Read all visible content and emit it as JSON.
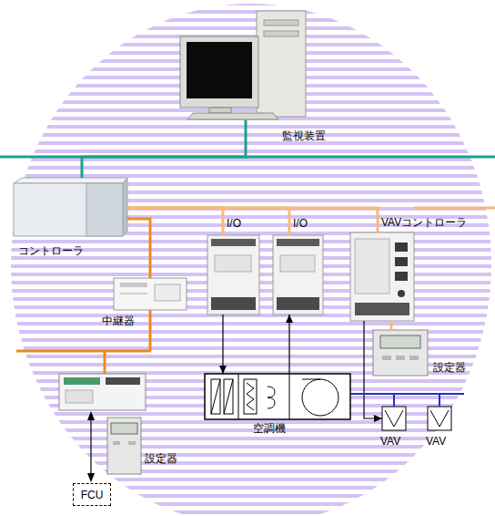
{
  "diagram": {
    "nodes": [
      {
        "text": [
          "監視装置"
        ]
      },
      {
        "text": [
          "コントローラ"
        ]
      },
      {
        "text": [
          "中継器"
        ]
      },
      {
        "text": [
          "I/O"
        ]
      },
      {
        "text": [
          "I/O"
        ]
      },
      {
        "text": [
          "VAVコントローラ"
        ]
      },
      {
        "text": [
          "設定器"
        ]
      },
      {
        "text": [
          "設定器"
        ]
      },
      {
        "text": [
          "FCU"
        ]
      },
      {
        "text": [
          "空調機"
        ]
      },
      {
        "text": [
          "VAV"
        ]
      },
      {
        "text": [
          "VAV"
        ]
      }
    ],
    "edges": [
      {
        "from": 0,
        "to": 1,
        "arrow": "none"
      },
      {
        "from": 1,
        "to": 2,
        "arrow": "none"
      },
      {
        "from": 1,
        "to": 3,
        "arrow": "none"
      },
      {
        "from": 1,
        "to": 4,
        "arrow": "none"
      },
      {
        "from": 1,
        "to": 5,
        "arrow": "none"
      },
      {
        "from": 5,
        "to": 6,
        "arrow": "none"
      },
      {
        "from": 3,
        "to": 9,
        "arrow": "to"
      },
      {
        "from": 9,
        "to": 4,
        "arrow": "to"
      },
      {
        "from": 5,
        "to": 10,
        "arrow": "to"
      },
      {
        "from": 9,
        "to": 10,
        "arrow": "none"
      },
      {
        "from": 9,
        "to": 11,
        "arrow": "none"
      }
    ]
  }
}
